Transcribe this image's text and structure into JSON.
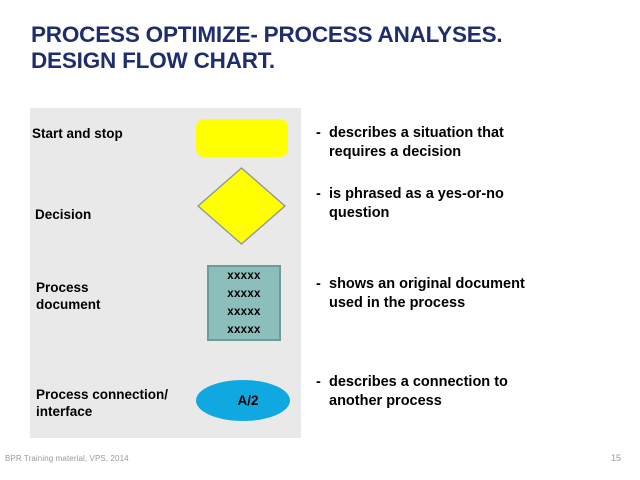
{
  "slide": {
    "title_line_1": "PROCESS OPTIMIZE- PROCESS ANALYSES.",
    "title_line_2": "DESIGN FLOW CHART.",
    "title_color": "#1F2D6E",
    "background_color": "#FFFFFF"
  },
  "legend_panel": {
    "background_color": "#E9E9E9",
    "rows": [
      {
        "label": "Start and stop",
        "shape": "rounded-rectangle",
        "shape_fill": "#FFFF00",
        "shape_text": ""
      },
      {
        "label": "Decision",
        "shape": "diamond",
        "shape_fill": "#FFFF00",
        "shape_border": "#8A93A8",
        "shape_text": ""
      },
      {
        "label": "Process\ndocument",
        "shape": "document-box",
        "shape_fill": "#8CBFBC",
        "shape_border": "#6A9C9A",
        "shape_lines": [
          "xxxxx",
          "xxxxx",
          "xxxxx",
          "xxxxx"
        ]
      },
      {
        "label": "Process connection/\ninterface",
        "shape": "ellipse",
        "shape_fill": "#0FA8E0",
        "shape_text": "A/2"
      }
    ]
  },
  "descriptions": {
    "bullet_marker": "-",
    "items": [
      "describes a situation that\nrequires a decision",
      "is phrased as a yes-or-no\nquestion",
      "shows an original document\nused in the process",
      "describes a connection to\nanother process"
    ]
  },
  "footer": {
    "source": "BPR Training material, VPS, 2014",
    "page_number": "15"
  }
}
